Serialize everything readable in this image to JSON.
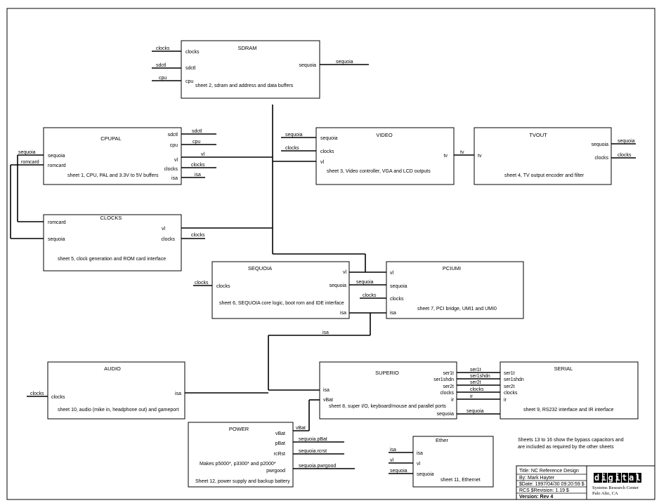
{
  "blocks": {
    "sdram": {
      "title": "SDRAM",
      "desc": "sheet 2, sdram and address and data buffers",
      "ports": [
        "clocks",
        "sdctl",
        "cpu",
        "sequoia"
      ]
    },
    "cpupal": {
      "title": "CPUPAL",
      "desc": "sheet 1, CPU, PAL and 3.3V  to 5V buffers",
      "ports": [
        "sequoia",
        "romcard",
        "sdctl",
        "cpu",
        "vl",
        "clocks",
        "isa"
      ]
    },
    "video": {
      "title": "VIDEO",
      "desc": "sheet 3, Video controller, VGA and LCD outputs",
      "ports": [
        "sequoia",
        "clocks",
        "vl",
        "tv"
      ]
    },
    "tvout": {
      "title": "TVOUT",
      "desc": "sheet 4, TV output encoder and filter",
      "ports": [
        "tv",
        "sequoia",
        "clocks"
      ]
    },
    "clocks": {
      "title": "CLOCKS",
      "desc": "sheet 5, clock generation and ROM card interface",
      "ports": [
        "romcard",
        "sequoia",
        "vl",
        "clocks"
      ]
    },
    "sequoia": {
      "title": "SEQUOIA",
      "desc": "sheet 6, SEQUOIA core logic, boot rom and IDE interface",
      "ports": [
        "clocks",
        "vl",
        "sequoia",
        "isa"
      ]
    },
    "pciumi": {
      "title": "PCIUMI",
      "desc": "sheet 7, PCI bridge, UMI1 and UMI0",
      "ports": [
        "vl",
        "sequoia",
        "clocks",
        "isa"
      ]
    },
    "audio": {
      "title": "AUDIO",
      "desc": "sheet 10, audio (mike in, headphone out) and gameport",
      "ports": [
        "clocks",
        "isa"
      ]
    },
    "superio": {
      "title": "SUPERIO",
      "desc": "sheet 8, super I/O, keyboard/mouse and parallel ports",
      "ports": [
        "isa",
        "vBat",
        "ser1t",
        "ser1shdn",
        "ser2t",
        "clocks",
        "ir",
        "sequoia"
      ]
    },
    "serial": {
      "title": "SERIAL",
      "desc": "sheet 9, RS232 interface and IR interface",
      "ports": [
        "ser1t",
        "ser1shdn",
        "ser2t",
        "clocks",
        "ir"
      ]
    },
    "power": {
      "title": "POWER",
      "desc": "Sheet 12, power supply and backup battery",
      "note": "Makes p5000*, p3300* and p2000*",
      "ports": [
        "vBat",
        "pBat",
        "rcRst",
        "pwrgood"
      ]
    },
    "ether": {
      "title": "Ether",
      "desc": "sheet 11, Ethernet",
      "ports": [
        "isa",
        "vl",
        "sequoia"
      ]
    }
  },
  "net_labels": {
    "sdram_clocks": "clocks",
    "sdram_sdctl": "sdctl",
    "sdram_cpu": "cpu",
    "sdram_sequoia": "sequoia",
    "cpupal_sdctl": "sdctl",
    "cpupal_cpu": "cpu",
    "cpupal_vl": "vl",
    "cpupal_clocks": "clocks",
    "cpupal_isa": "isa",
    "left_sequoia": "sequoia",
    "left_romcard": "romcard",
    "video_sequoia": "sequoia",
    "video_clocks": "clocks",
    "video_tv": "tv",
    "tvout_sequoia": "sequoia",
    "tvout_clocks": "clocks",
    "clocks_clocks": "clocks",
    "seq_clocks": "clocks",
    "seq_sequoia": "sequoia",
    "pci_clocks": "clocks",
    "isa_bus": "isa",
    "audio_clocks": "clocks",
    "ser1t": "ser1t",
    "ser1shdn": "ser1shdn",
    "ser2t": "ser2t",
    "ser_clocks": "clocks",
    "ser_ir": "ir",
    "ser_sequoia": "sequoia",
    "vbat": "vBat",
    "pwr_pbat": "sequoia.pBat",
    "pwr_rcrst": "sequoia.rcrst",
    "pwr_pwrgood": "sequoia.pwrgood",
    "eth_isa": "isa",
    "eth_vl": "vl",
    "eth_sequoia": "sequoia"
  },
  "note": {
    "line1": "Sheets 13 to 16 show the bypass capacitors and",
    "line2": "are included as required by the other sheets"
  },
  "title_block": {
    "title": "Title:  NC Reference Design",
    "by": "By:  Mark Hayter",
    "date": "$Date: 1997/04/30 09:20:59 $",
    "revision": "RCS $Revision: 1.19 $",
    "version": "Version: Rev 4",
    "company_logo": "digital",
    "company_line1": "Systems Research Center",
    "company_line2": "Palo Alto, CA"
  }
}
